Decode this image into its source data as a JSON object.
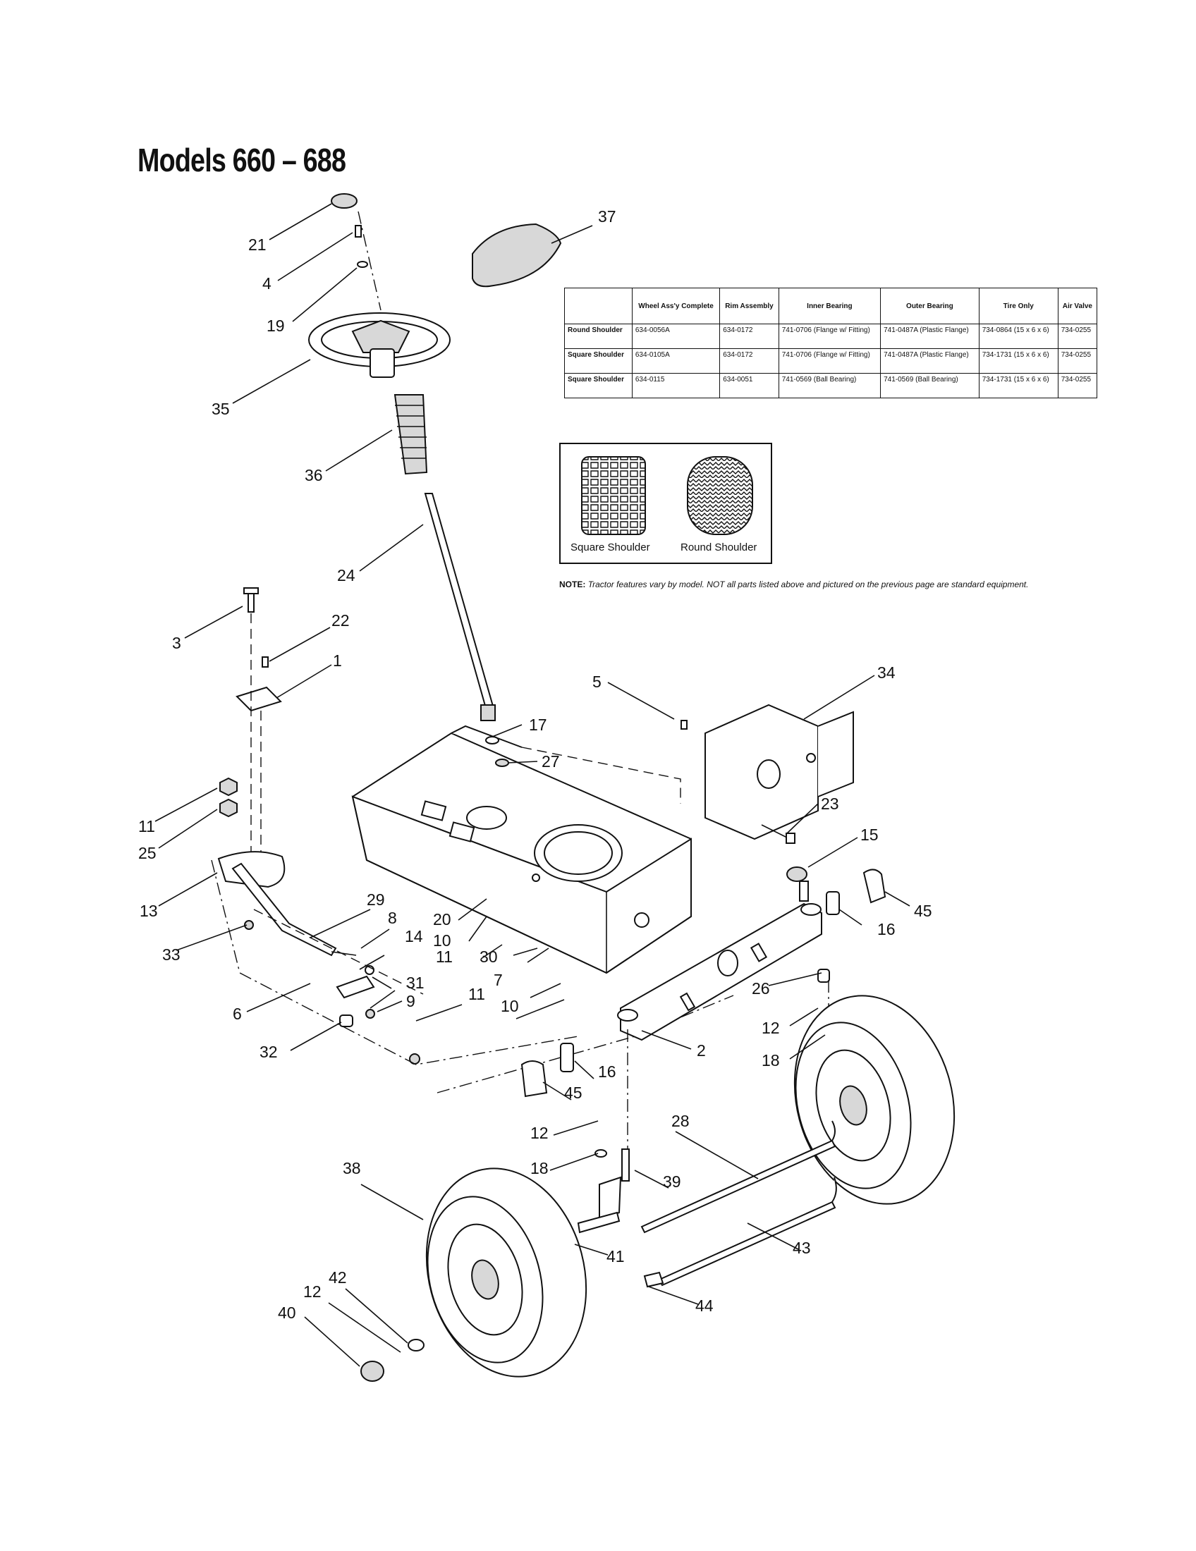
{
  "page": {
    "title": "Models 660 – 688"
  },
  "spec_table": {
    "headers": [
      "",
      "Wheel Ass'y Complete",
      "Rim Assembly",
      "Inner Bearing",
      "Outer Bearing",
      "Tire Only",
      "Air Valve"
    ],
    "rows": [
      {
        "label": "Round Shoulder",
        "wheel": "634-0056A",
        "rim": "634-0172",
        "inner": "741-0706 (Flange w/ Fitting)",
        "outer": "741-0487A (Plastic Flange)",
        "tire": "734-0864 (15 x 6 x 6)",
        "valve": "734-0255"
      },
      {
        "label": "Square Shoulder",
        "wheel": "634-0105A",
        "rim": "634-0172",
        "inner": "741-0706 (Flange w/ Fitting)",
        "outer": "741-0487A (Plastic Flange)",
        "tire": "734-1731 (15 x 6 x 6)",
        "valve": "734-0255"
      },
      {
        "label": "Square Shoulder",
        "wheel": "634-0115",
        "rim": "634-0051",
        "inner": "741-0569 (Ball Bearing)",
        "outer": "741-0569 (Ball Bearing)",
        "tire": "734-1731 (15 x 6 x 6)",
        "valve": "734-0255"
      }
    ]
  },
  "tread_box": {
    "left_label": "Square Shoulder",
    "right_label": "Round Shoulder"
  },
  "note": {
    "prefix": "NOTE:",
    "text": "Tractor features vary by model. NOT all parts listed above and pictured on the previous page are standard equipment."
  },
  "callouts": {
    "c21": "21",
    "c4": "4",
    "c19": "19",
    "c37": "37",
    "c35": "35",
    "c36": "36",
    "c24": "24",
    "c3": "3",
    "c22": "22",
    "c1": "1",
    "c5": "5",
    "c34": "34",
    "c17": "17",
    "c27": "27",
    "c11a": "11",
    "c25": "25",
    "c23": "23",
    "c15": "15",
    "c45a": "45",
    "c13": "13",
    "c29": "29",
    "c20": "20",
    "c10a": "10",
    "c16a": "16",
    "c8": "8",
    "c14": "14",
    "c33": "33",
    "c11b": "11",
    "c30": "30",
    "c31": "31",
    "c9": "9",
    "c7": "7",
    "c26": "26",
    "c6": "6",
    "c11c": "11",
    "c10b": "10",
    "c12a": "12",
    "c2": "2",
    "c18a": "18",
    "c32": "32",
    "c16b": "16",
    "c45b": "45",
    "c28": "28",
    "c12b": "12",
    "c18b": "18",
    "c39": "39",
    "c38": "38",
    "c43": "43",
    "c41": "41",
    "c42": "42",
    "c12c": "12",
    "c44": "44",
    "c40": "40"
  }
}
